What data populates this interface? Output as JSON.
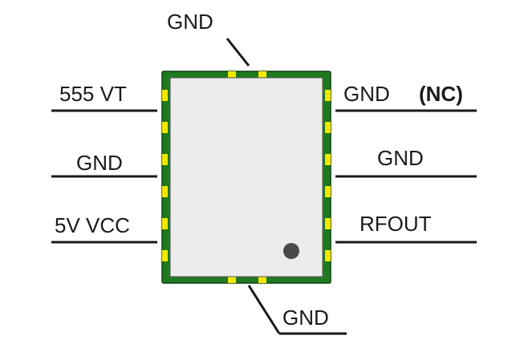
{
  "pins": {
    "top": "GND",
    "left_1": "555 VT",
    "left_2": "GND",
    "left_3": "5V VCC",
    "right_1_name": "GND",
    "right_1_note": "(NC)",
    "right_2": "GND",
    "right_3": "RFOUT",
    "bottom": "GND"
  },
  "colors": {
    "pad_frame": "#1f7a1f",
    "pad_accent": "#f2e600",
    "body_fill": "#ececec",
    "body_stroke": "#555555",
    "marker": "#4a4a4a",
    "line": "#1a1a1a"
  }
}
